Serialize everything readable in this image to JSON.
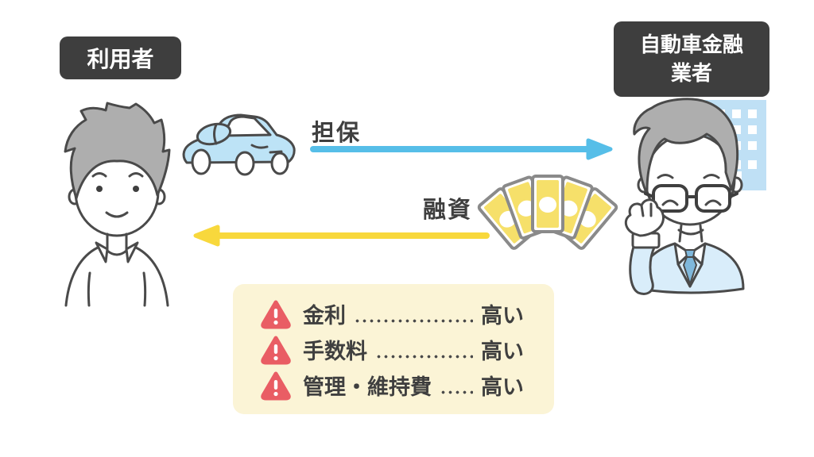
{
  "colors": {
    "label_bg": "#3E3E3E",
    "label_text": "#FFFFFF",
    "ink": "#3F3F3F",
    "outline": "#4A4A4A",
    "arrow_blue": "#56BEE8",
    "arrow_yellow": "#F8D83C",
    "warning_red": "#E95D64",
    "box_cream": "#FBF4D6",
    "car_blue": "#BDE3F6",
    "building_blue": "#BFE0F5",
    "bill_yellow": "#F6E06A",
    "bill_border": "#8A8A8A",
    "hair_gray": "#AEAEAE",
    "jacket_blue": "#D9EDFA",
    "tie_blue": "#7FB8DC",
    "dot_leader": "#4A4A4A"
  },
  "actors": {
    "user_label": "利用者",
    "company_label_line1": "自動車金融",
    "company_label_line2": "業者"
  },
  "arrows": {
    "collateral": {
      "label": "担保",
      "direction": "right"
    },
    "loan": {
      "label": "融資",
      "direction": "left"
    }
  },
  "warning_box": {
    "items": [
      {
        "label": "金利",
        "value": "高い"
      },
      {
        "label": "手数料",
        "value": "高い"
      },
      {
        "label": "管理・維持費",
        "value": "高い"
      }
    ]
  },
  "icons": {
    "car": "car-icon",
    "money_bills": "money-bills-icon",
    "building": "building-icon",
    "warning": "warning-triangle-icon"
  }
}
